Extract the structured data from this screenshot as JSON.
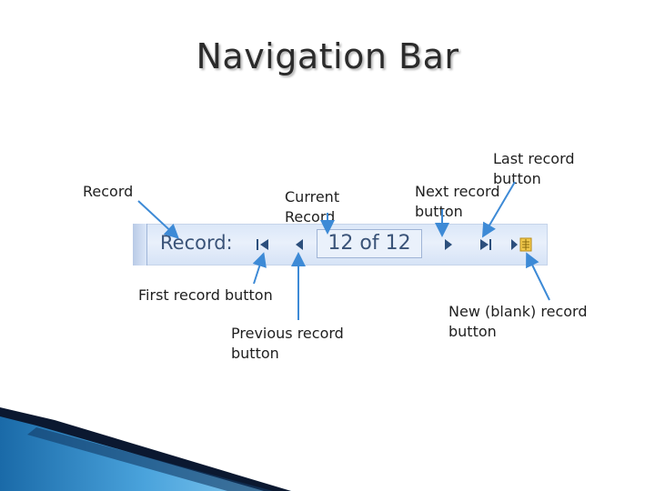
{
  "title": "Navigation Bar",
  "labels": {
    "record": "Record",
    "current_record": "Current\nRecord",
    "last_record": "Last record\nbutton",
    "next_record": "Next record\nbutton",
    "first_record": "First record button",
    "previous_record": "Previous record\nbutton",
    "new_record": "New (blank) record\nbutton"
  },
  "navbar": {
    "record_label": "Record:",
    "counter": "12 of 12",
    "icons": [
      "first-record-icon",
      "previous-record-icon",
      "next-record-icon",
      "last-record-icon",
      "new-record-icon"
    ]
  },
  "colors": {
    "arrow": "#3d8ad6",
    "bar_text": "#3a5378",
    "swoosh_blue": "#1e6fb0",
    "swoosh_dark": "#0b1830"
  }
}
